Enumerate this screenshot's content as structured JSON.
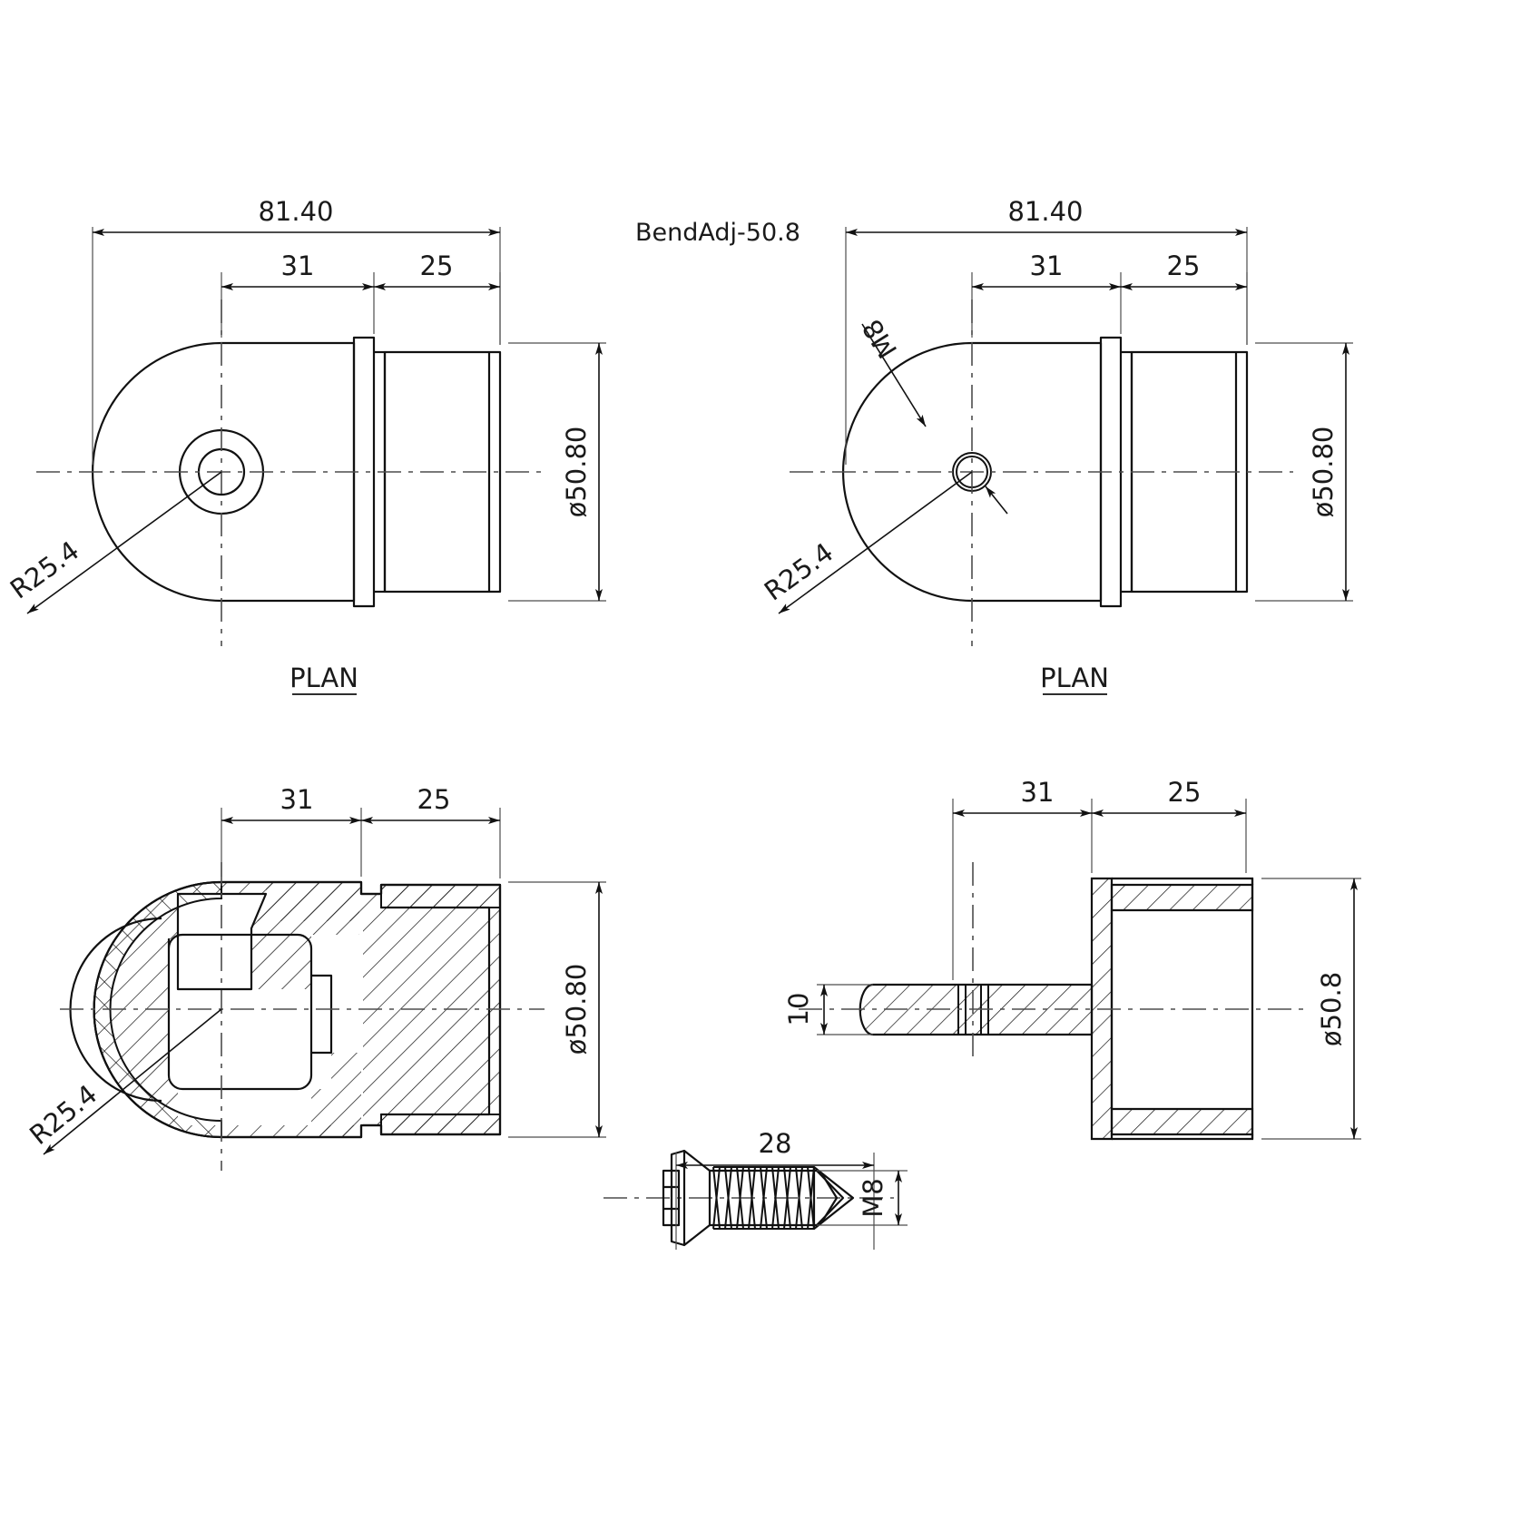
{
  "drawing": {
    "title": "BendAdj-50.8",
    "line_color": "#111111",
    "center_line_color": "#4d4d4d",
    "background": "#ffffff"
  },
  "views": [
    {
      "id": "plan-top-left",
      "caption": "PLAN",
      "dimensions": {
        "overall_length": "81.40",
        "segment_a": "31",
        "segment_b": "25",
        "diameter": "ø50.80",
        "radius": "R25.4"
      }
    },
    {
      "id": "plan-top-right",
      "caption": "PLAN",
      "dimensions": {
        "overall_length": "81.40",
        "segment_a": "31",
        "segment_b": "25",
        "diameter": "ø50.80",
        "radius": "R25.4",
        "thread": "M8"
      }
    },
    {
      "id": "section-bottom-left",
      "caption": "",
      "dimensions": {
        "segment_a": "31",
        "segment_b": "25",
        "diameter": "ø50.80",
        "radius": "R25.4"
      }
    },
    {
      "id": "section-bottom-right",
      "caption": "",
      "dimensions": {
        "segment_a": "31",
        "segment_b": "25",
        "diameter": "ø50.8",
        "plate_thickness": "10"
      }
    },
    {
      "id": "screw-detail",
      "caption": "",
      "dimensions": {
        "length": "28",
        "thread": "M8"
      }
    }
  ],
  "labels": {
    "plan_left": "PLAN",
    "plan_right": "PLAN",
    "dim_8140_left": "81.40",
    "dim_31_left": "31",
    "dim_25_left": "25",
    "dim_dia_left": "ø50.80",
    "dim_r_left": "R25.4",
    "dim_8140_right": "81.40",
    "dim_31_right": "31",
    "dim_25_right": "25",
    "dim_dia_right": "ø50.80",
    "dim_r_right": "R25.4",
    "dim_m8_right": "M8",
    "dim_31_bl": "31",
    "dim_25_bl": "25",
    "dim_dia_bl": "ø50.80",
    "dim_r_bl": "R25.4",
    "dim_31_br": "31",
    "dim_25_br": "25",
    "dim_dia_br": "ø50.8",
    "dim_10_br": "10",
    "dim_28_screw": "28",
    "dim_m8_screw": "M8",
    "part_title": "BendAdj-50.8"
  }
}
